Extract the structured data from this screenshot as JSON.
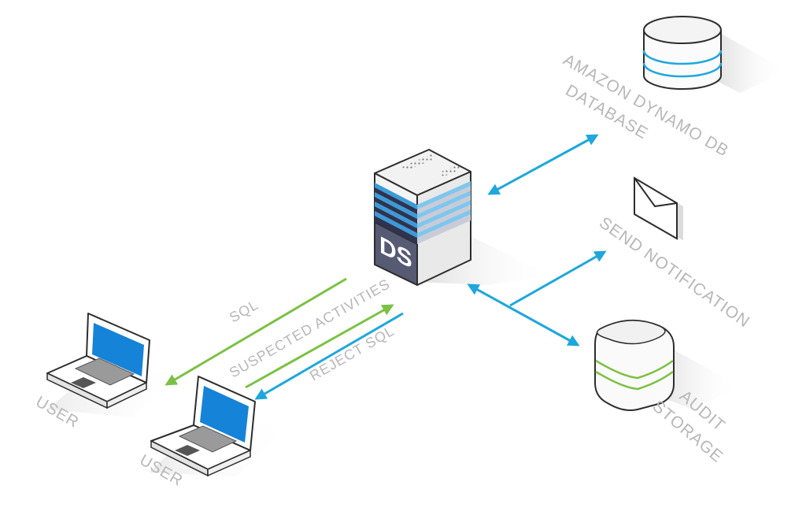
{
  "server": {
    "label": "DS"
  },
  "nodes": {
    "database": {
      "line1": "AMAZON DYNAMO DB",
      "line2": "DATABASE"
    },
    "notification": {
      "label": "SEND NOTIFICATION"
    },
    "storage": {
      "line1": "AUDIT",
      "line2": "STORAGE"
    },
    "user_left": {
      "label": "USER"
    },
    "user_right": {
      "label": "USER"
    }
  },
  "edges": {
    "sql": {
      "label": "SQL"
    },
    "suspected": {
      "label": "SUSPECTED ACTIVITIES"
    },
    "reject": {
      "label": "REJECT SQL"
    }
  },
  "colors": {
    "green_arrow": "#7bc143",
    "blue_arrow": "#1ea7dc",
    "label_gray": "#b7b7b7",
    "server_body": "#565a73",
    "screen_blue": "#1583d8"
  },
  "icons": {
    "database": "cylinder-icon",
    "envelope": "envelope-icon",
    "storage": "rounded-cube-icon",
    "laptop": "laptop-icon",
    "server": "server-tower-icon"
  }
}
